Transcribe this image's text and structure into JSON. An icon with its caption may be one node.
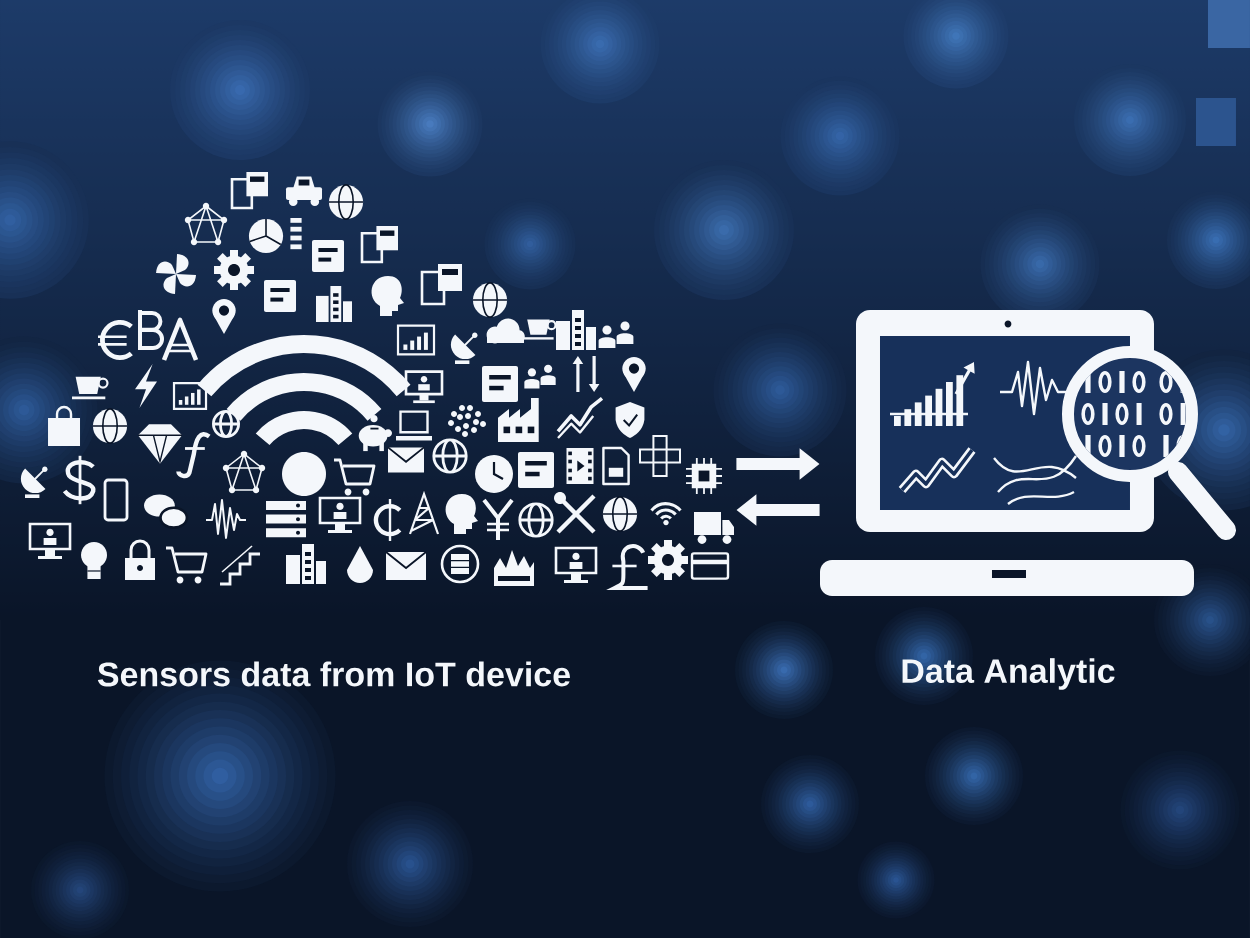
{
  "diagram": {
    "nodes": [
      {
        "text": [],
        "shape": "picture",
        "beside": [
          "Sensors data from IoT device"
        ]
      },
      {
        "text": [],
        "shape": "picture",
        "beside": [
          "Data Analytic"
        ]
      }
    ],
    "edges": [
      {
        "from": 0,
        "to": 1,
        "arrow": "to"
      },
      {
        "from": 1,
        "to": 0,
        "arrow": "to"
      }
    ]
  }
}
